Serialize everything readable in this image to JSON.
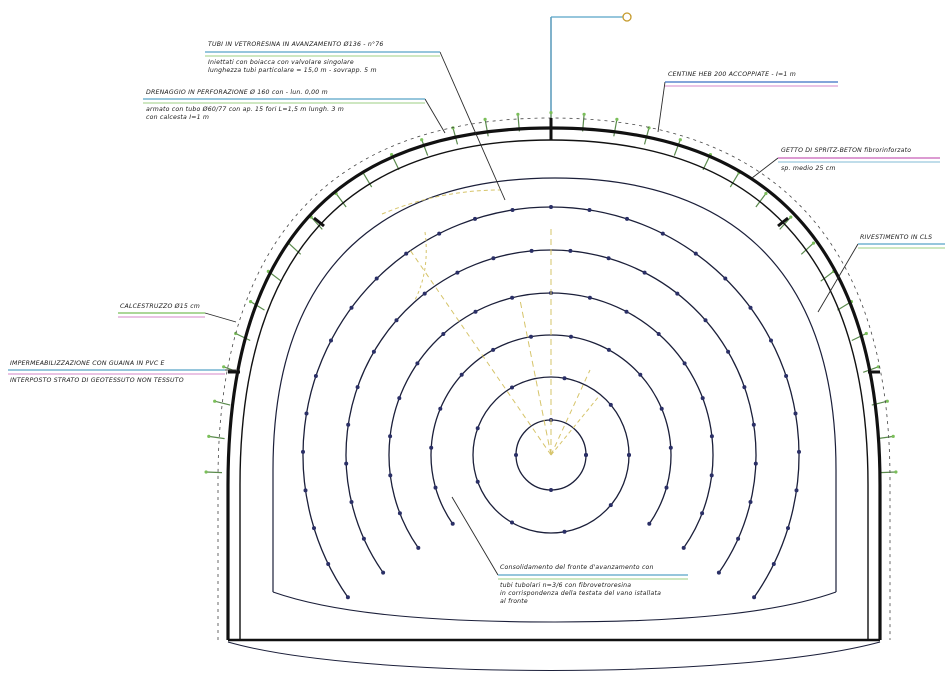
{
  "annotations": {
    "tubi_vtr": [
      "TUBI IN VETRORESINA IN AVANZAMENTO Ø136 - n°76",
      "Iniettati con boiacca con valvolare singolare",
      "lunghezza tubi particolare = 15,0 m - sovrapp. 5 m"
    ],
    "centine": [
      "CENTINE HEB 200 ACCOPPIATE - I=1 m"
    ],
    "drenaggio": [
      "DRENAGGIO IN PERFORAZIONE Ø 160 con - lun. 0,00 m",
      "armato con tubo Ø60/77 con ap. 15 fori L=1,5 m lungh. 3 m",
      "con calcesta I=1 m"
    ],
    "spritz": [
      "GETTO DI SPRITZ-BETON fibrorinforzato",
      "sp. medio 25 cm"
    ],
    "rivestimento": [
      "RIVESTIMENTO IN CLS"
    ],
    "calcestruzzo": [
      "CALCESTRUZZO Ø15 cm"
    ],
    "impermeabilizzazione": [
      "IMPERMEABILIZZAZIONE CON GUAINA IN PVC E",
      "INTERPOSTO STRATO DI GEOTESSUTO NON TESSUTO"
    ],
    "consolidamento": [
      "Consolidamento del fronte d'avanzamento con",
      "tubi tubolari n=3/6 con fibrovetroresina",
      "in corrispondenza della testata del vano istallata",
      "al fronte"
    ]
  },
  "colors": {
    "lining": "#111111",
    "rings": "#1b1f3a",
    "bolt": "#5a8a4c",
    "dim": "#d6c46a",
    "leader": "#2a2a2a"
  }
}
